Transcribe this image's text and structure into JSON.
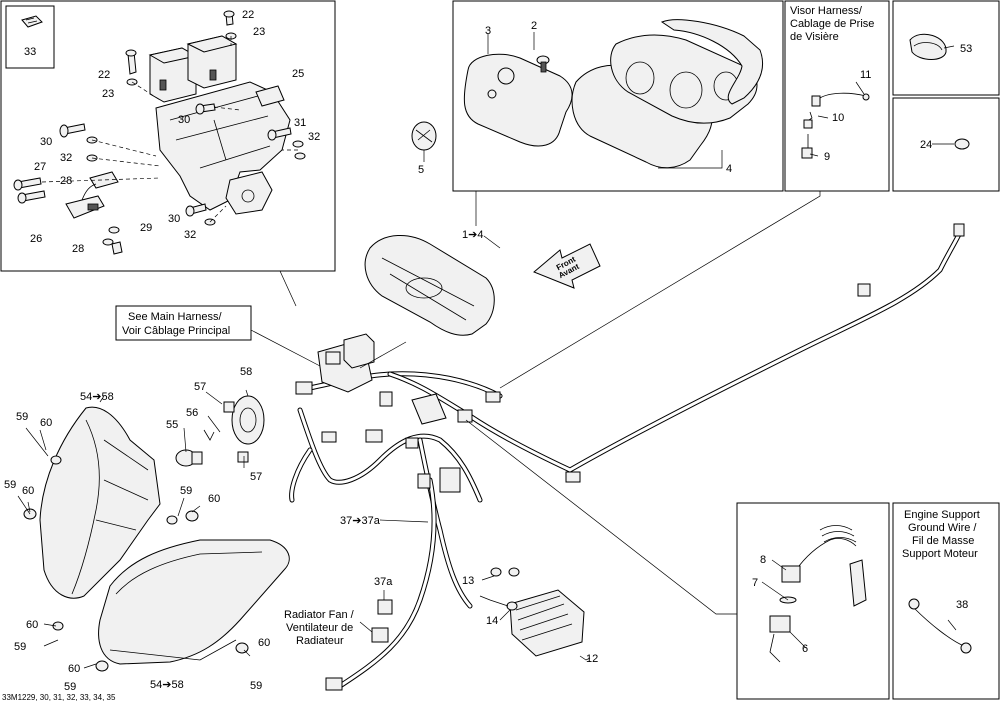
{
  "labels": {
    "p33": "33",
    "p22a": "22",
    "p23a": "23",
    "p22b": "22",
    "p23b": "23",
    "p25": "25",
    "p30a": "30",
    "p30b": "30",
    "p31": "31",
    "p32a": "32",
    "p32b": "32",
    "p27": "27",
    "p28a": "28",
    "p26": "26",
    "p28b": "28",
    "p29": "29",
    "p30c": "30",
    "p32c": "32",
    "p3": "3",
    "p2": "2",
    "p5": "5",
    "p4": "4",
    "p11": "11",
    "p10": "10",
    "p9": "9",
    "p53": "53",
    "p24": "24",
    "p1to4": "1➔4",
    "p58": "58",
    "p57a": "57",
    "p56": "56",
    "p55": "55",
    "p57b": "57",
    "p54top": "54➔58",
    "p59a": "59",
    "p60a": "60",
    "p59b": "59",
    "p60b": "60",
    "p59c": "59",
    "p60c": "60",
    "p60d": "60",
    "p59d": "59",
    "p60e": "60",
    "p60f": "60",
    "p59e": "59",
    "p59f": "59",
    "p54bot": "54➔58",
    "p37": "37➔37a",
    "p37a": "37a",
    "p13": "13",
    "p14": "14",
    "p12": "12",
    "p8": "8",
    "p7": "7",
    "p6": "6",
    "p38": "38"
  },
  "notes": {
    "main_harness_line1": "See Main Harness/",
    "main_harness_line2": "Voir Câblage Principal",
    "visor_line1": "Visor Harness/",
    "visor_line2": "Cablage de Prise",
    "visor_line3": "de Visière",
    "radiator_line1": "Radiator Fan /",
    "radiator_line2": "Ventilateur de",
    "radiator_line3": "Radiateur",
    "engine_line1": "Engine Support",
    "engine_line2": "Ground Wire /",
    "engine_line3": "Fil de Masse",
    "engine_line4": "Support Moteur",
    "front_line1": "Front",
    "front_line2": "Avant",
    "reference": "33M1229, 30, 31, 32, 33, 34, 35"
  }
}
